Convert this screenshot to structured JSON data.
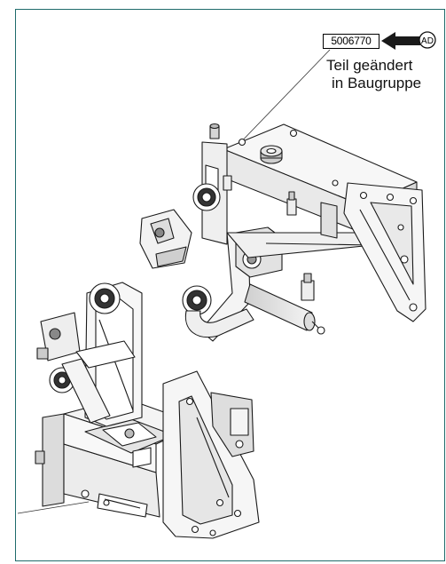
{
  "part_number": "5006770",
  "badge": "AD",
  "note": {
    "line1": "Teil geändert",
    "line2": "in Baugruppe"
  }
}
